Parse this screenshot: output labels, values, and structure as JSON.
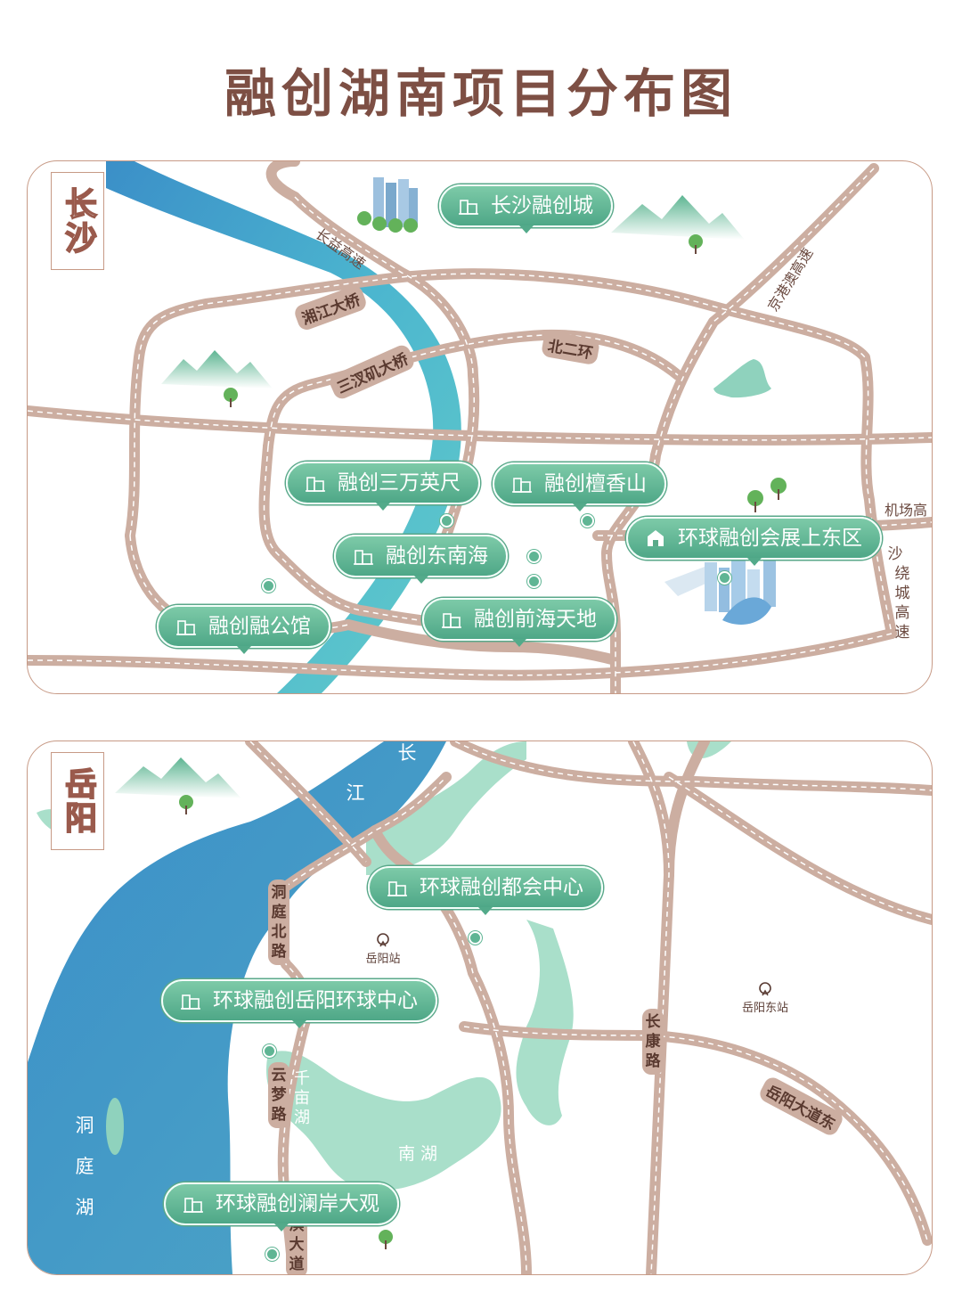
{
  "title": "融创湖南项目分布图",
  "colors": {
    "title": "#7d4f44",
    "river": "#4a9cc4",
    "road": "#ccaea1",
    "label": "#5aaa8a",
    "border": "#c79a86"
  },
  "changsha": {
    "city": "长沙",
    "roads": {
      "xiangjiang_bridge": "湘江大桥",
      "sanchaji_bridge": "三汊矶大桥",
      "north_ring2": "北二环",
      "changcha": "长益高速",
      "jinggang": "京港澳高速",
      "airport": "机场高",
      "ring_expressway": "绕城高速",
      "ring_expressway_sha": "沙"
    },
    "projects": [
      {
        "name": "长沙融创城",
        "icon": "building-icon"
      },
      {
        "name": "融创三万英尺",
        "icon": "building-icon"
      },
      {
        "name": "融创檀香山",
        "icon": "building-icon"
      },
      {
        "name": "环球融创会展上东区",
        "icon": "house-icon"
      },
      {
        "name": "融创东南海",
        "icon": "building-icon"
      },
      {
        "name": "融创前海天地",
        "icon": "building-icon"
      },
      {
        "name": "融创融公馆",
        "icon": "building-icon"
      }
    ]
  },
  "yueyang": {
    "city": "岳阳",
    "water": {
      "changjiang_1": "长",
      "changjiang_2": "江",
      "dongting": "洞庭湖",
      "south_lake": "南 湖",
      "qianmu_lake": "千亩湖"
    },
    "roads": {
      "dongting_north": "洞庭北路",
      "yunmeng": "云梦路",
      "binhu": "滨大道",
      "changkang": "长康路",
      "yueyang_avenue_east": "岳阳大道东"
    },
    "stations": [
      {
        "name": "岳阳站",
        "icon": "train-station-icon"
      },
      {
        "name": "岳阳东站",
        "icon": "train-station-icon"
      }
    ],
    "projects": [
      {
        "name": "环球融创都会中心",
        "icon": "building-icon"
      },
      {
        "name": "环球融创岳阳环球中心",
        "icon": "building-icon"
      },
      {
        "name": "环球融创澜岸大观",
        "icon": "building-icon"
      }
    ]
  }
}
